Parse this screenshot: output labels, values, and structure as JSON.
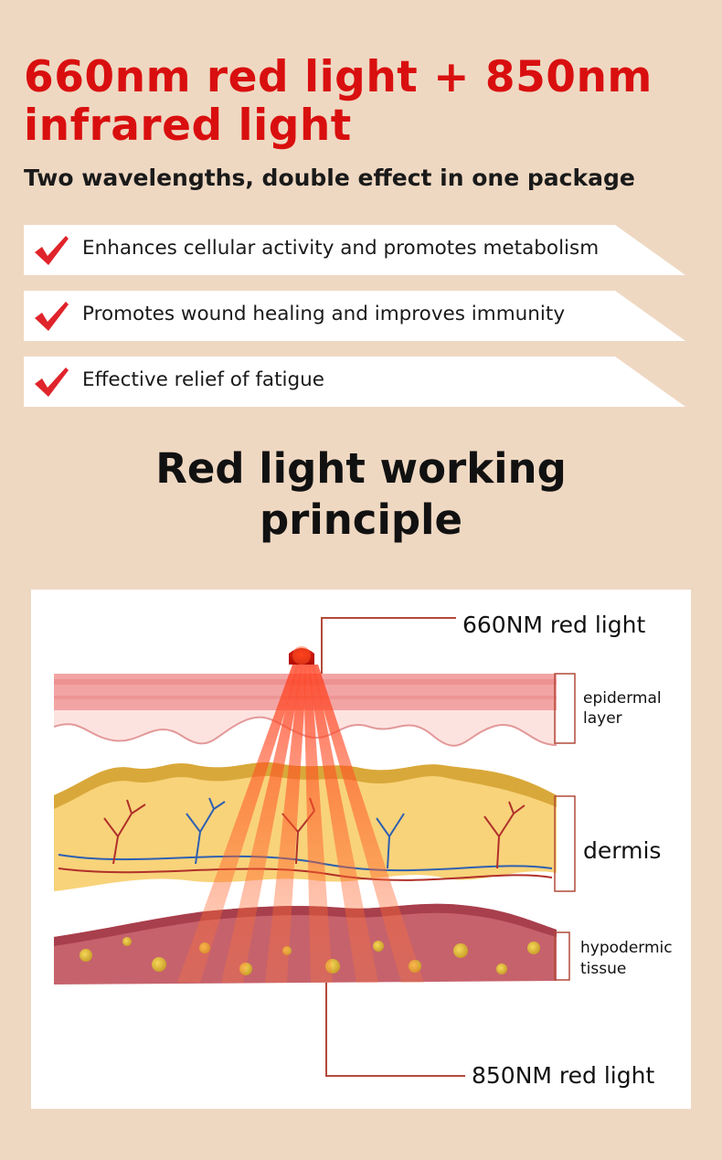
{
  "header": {
    "headline_line1": "660nm red light + 850nm",
    "headline_line2": "infrared light",
    "subheadline": "Two wavelengths, double effect in one package"
  },
  "features": [
    {
      "label": "Enhances cellular activity and promotes metabolism",
      "icon": "check-icon"
    },
    {
      "label": "Promotes wound healing and improves immunity",
      "icon": "check-icon"
    },
    {
      "label": "Effective relief of fatigue",
      "icon": "check-icon"
    }
  ],
  "section": {
    "title_line1": "Red light working",
    "title_line2": "principle"
  },
  "diagram": {
    "top_light_label": "660NM red light",
    "bottom_light_label": "850NM red light",
    "epidermal_line1": "epidermal",
    "epidermal_line2": "layer",
    "dermis": "dermis",
    "hypodermic_line1": "hypodermic",
    "hypodermic_line2": "tissue"
  },
  "colors": {
    "background": "#efd8c2",
    "headline": "#d90f0f",
    "check": "#e0242b",
    "epidermis": "#f7cfcf",
    "dermis": "#f6d27a",
    "hypodermis": "#c45a66",
    "light_beam": "#ff5a2a"
  }
}
